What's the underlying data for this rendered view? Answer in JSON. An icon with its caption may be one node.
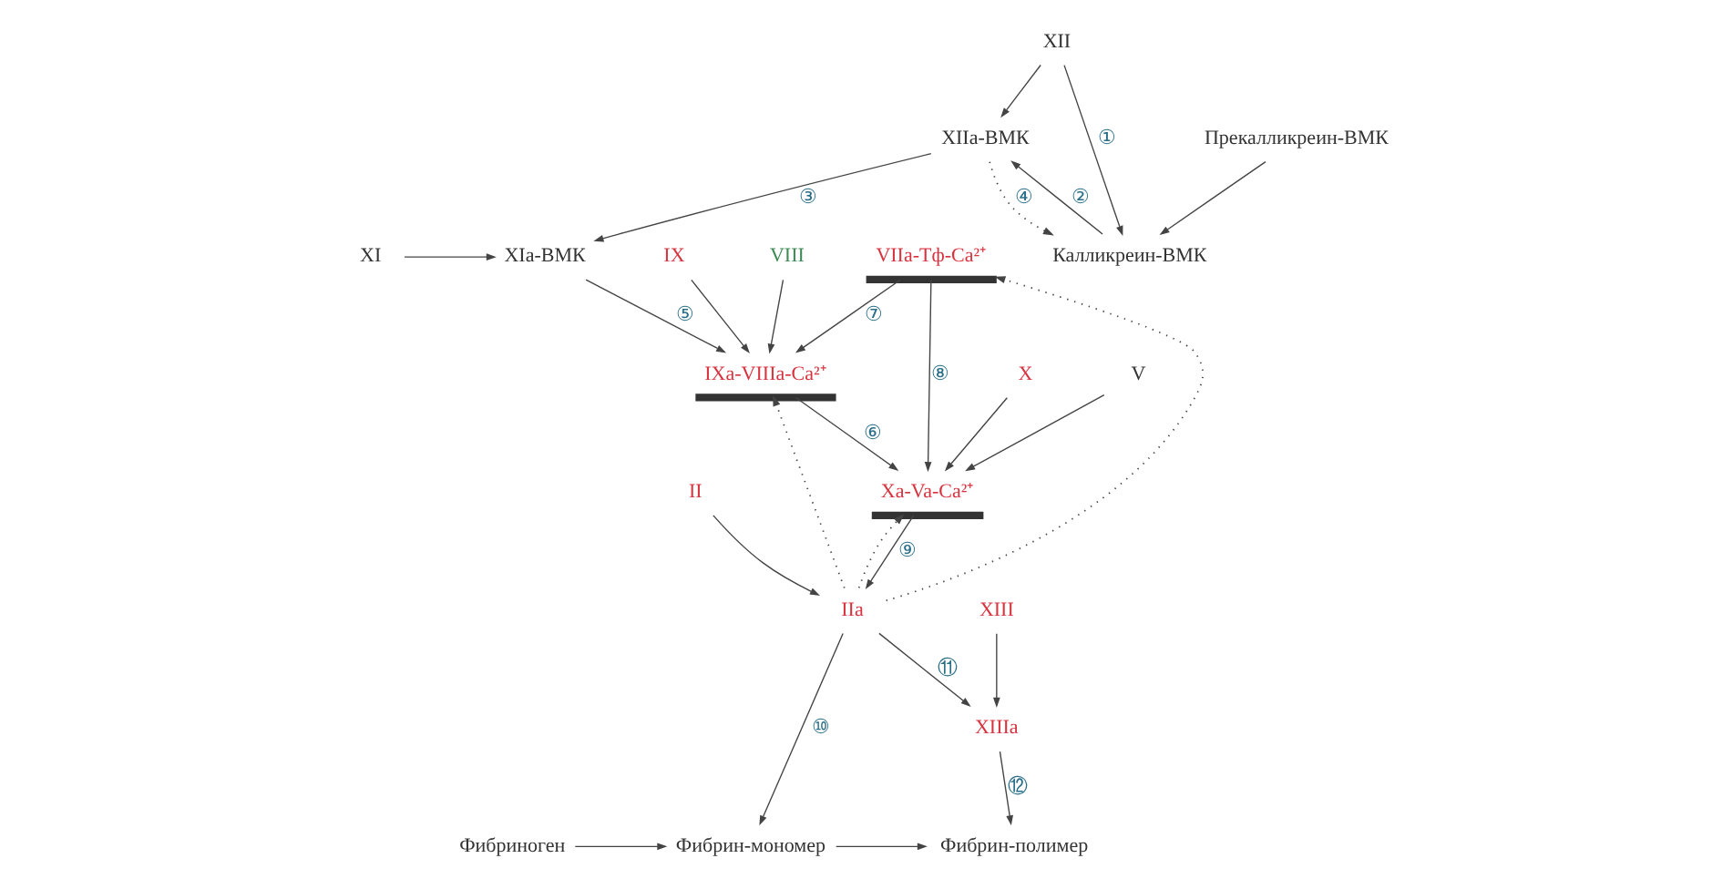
{
  "diagram": {
    "nodes": [
      {
        "text": [
          "XI"
        ]
      },
      {
        "text": [
          "XIa-ВМК"
        ]
      },
      {
        "text": [
          "XIIa-ВМК"
        ]
      },
      {
        "text": [
          "Калликреин-ВМК"
        ]
      },
      {
        "text": [
          "XII"
        ]
      },
      {
        "text": [
          "Прекалликреин-ВМК"
        ]
      },
      {
        "text": [
          "IX"
        ]
      },
      {
        "text": [
          "VIIa-Тф-Ca²⁺"
        ]
      },
      {
        "text": [
          "IXa-VIIIa-Ca²⁺"
        ]
      },
      {
        "text": [
          "VIII"
        ]
      },
      {
        "text": [
          "X"
        ]
      },
      {
        "text": [
          "Xa-Va-Ca²⁺"
        ]
      },
      {
        "text": [
          "II"
        ]
      },
      {
        "text": [
          "V"
        ]
      },
      {
        "text": [
          "IIa"
        ]
      },
      {
        "text": [
          "XIII"
        ]
      },
      {
        "text": [
          "XIIIa"
        ]
      },
      {
        "text": [
          "Фибриноген"
        ]
      },
      {
        "text": [
          "Фибрин-мономер"
        ]
      },
      {
        "text": [
          "Фибрин-полимер"
        ]
      }
    ],
    "edges": [
      {
        "from": 0,
        "to": 1,
        "arrow": "to"
      },
      {
        "from": 2,
        "to": 1,
        "arrow": "to",
        "label": "③"
      },
      {
        "from": 4,
        "to": 2,
        "arrow": "to"
      },
      {
        "from": 3,
        "to": 2,
        "arrow": "to",
        "label": "②"
      },
      {
        "from": 5,
        "to": 3,
        "arrow": "to"
      },
      {
        "from": 4,
        "to": 3,
        "arrow": "to",
        "label": "①"
      },
      {
        "from": 2,
        "to": 3,
        "arrow": "to",
        "label": "④",
        "style": "dashed"
      },
      {
        "from": 6,
        "to": 8,
        "arrow": "to"
      },
      {
        "from": 1,
        "to": 8,
        "arrow": "to",
        "label": "⑤"
      },
      {
        "from": 7,
        "to": 8,
        "arrow": "to",
        "label": "⑦"
      },
      {
        "from": 9,
        "to": 8,
        "arrow": "to"
      },
      {
        "from": 10,
        "to": 11,
        "arrow": "to"
      },
      {
        "from": 8,
        "to": 11,
        "arrow": "to",
        "label": "⑥"
      },
      {
        "from": 7,
        "to": 11,
        "arrow": "to",
        "label": "⑧"
      },
      {
        "from": 13,
        "to": 11,
        "arrow": "to"
      },
      {
        "from": 12,
        "to": 14,
        "arrow": "to"
      },
      {
        "from": 11,
        "to": 14,
        "arrow": "to",
        "label": "⑨"
      },
      {
        "from": 14,
        "to": 8,
        "arrow": "to",
        "style": "dashed"
      },
      {
        "from": 14,
        "to": 11,
        "arrow": "to",
        "style": "dashed"
      },
      {
        "from": 14,
        "to": 7,
        "arrow": "to",
        "style": "dashed"
      },
      {
        "from": 15,
        "to": 16,
        "arrow": "to"
      },
      {
        "from": 14,
        "to": 16,
        "arrow": "to",
        "label": "⑪"
      },
      {
        "from": 17,
        "to": 18,
        "arrow": "to"
      },
      {
        "from": 14,
        "to": 18,
        "arrow": "to",
        "label": "⑩"
      },
      {
        "from": 18,
        "to": 19,
        "arrow": "to"
      },
      {
        "from": 16,
        "to": 19,
        "arrow": "to",
        "label": "⑫"
      }
    ]
  }
}
